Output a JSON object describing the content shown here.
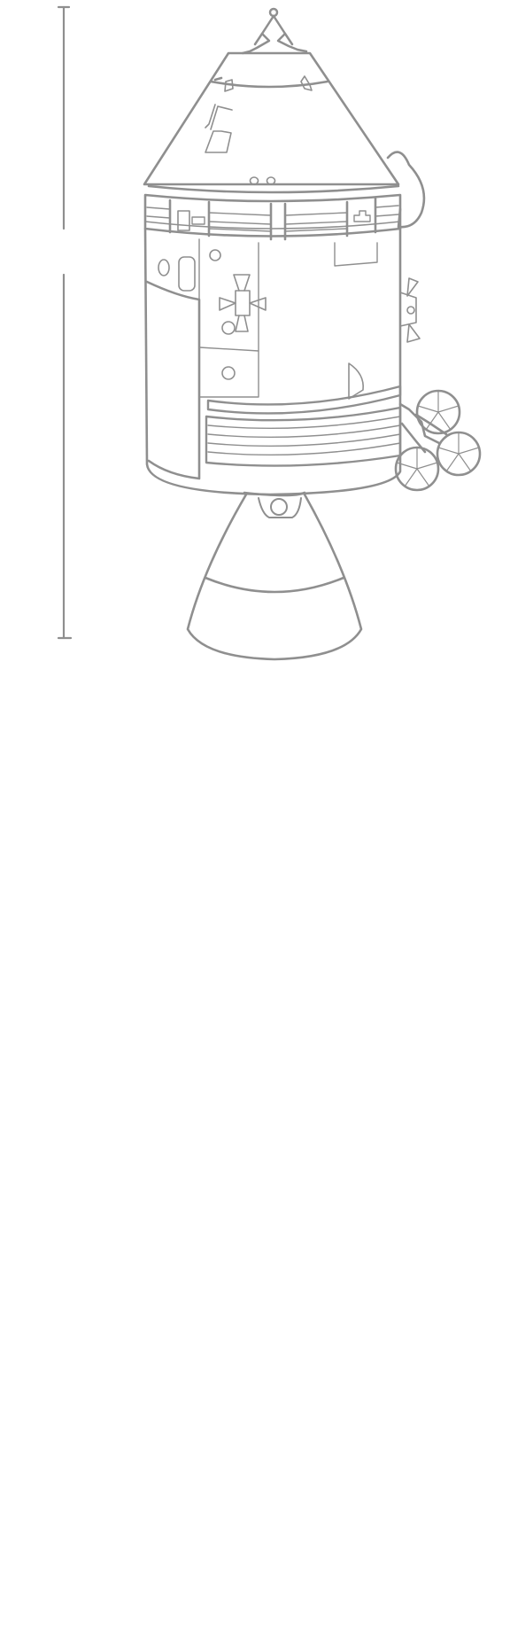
{
  "diagram": {
    "subject": "spacecraft-line-drawing",
    "colors": {
      "stroke": "#8f8f8f",
      "background": "#ffffff"
    },
    "parts": [
      "scale-bar",
      "docking-probe",
      "command-module",
      "service-module-band",
      "service-module-body",
      "high-gain-antenna",
      "rcs-quad",
      "engine-nozzle"
    ]
  }
}
